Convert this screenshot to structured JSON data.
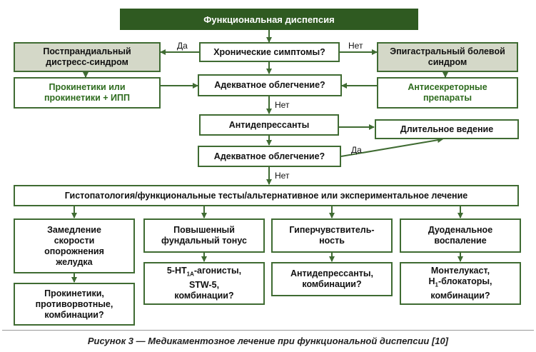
{
  "diagram": {
    "title": "Функциональная диспепсия",
    "chronic_symptoms": "Хронические симптомы?",
    "pds": "Постпрандиальный\nдистресс-синдром",
    "eps": "Эпигастральный болевой\nсиндром",
    "prokinetics": "Прокинетики или\nпрокинетики + ИПП",
    "antisecretory": "Антисекреторные\nпрепараты",
    "adequate_relief_1": "Адекватное облегчение?",
    "antidepressants": "Антидепрессанты",
    "long_term": "Длительное ведение",
    "adequate_relief_2": "Адекватное облегчение?",
    "histopathology": "Гистопатология/функциональные тесты/альтернативное или экспериментальное лечение",
    "col1_top": "Замедление\nскорости\nопорожнения\nжелудка",
    "col1_bottom": "Прокинетики,\nпротиворвотные,\nкомбинации?",
    "col2_top": "Повышенный\nфундальный тонус",
    "col2_bottom_pre": "5-HT",
    "col2_bottom_sub": "1A",
    "col2_bottom_post": "-агонисты,\nSTW-5,\nкомбинации?",
    "col3_top": "Гиперчувствитель-\nность",
    "col3_bottom": "Антидепрессанты,\nкомбинации?",
    "col4_top": "Дуоденальное\nвоспаление",
    "col4_bottom_l1": "Монтелукаст,",
    "col4_bottom_pre": "H",
    "col4_bottom_sub": "1",
    "col4_bottom_post": "-блокаторы,\nкомбинации?"
  },
  "labels": {
    "yes_left": "Да",
    "no_right": "Нет",
    "no_1": "Нет",
    "yes_2": "Да",
    "no_2": "Нет"
  },
  "caption": "Рисунок 3 — Медикаментозное лечение при функциональной диспепсии [10]"
}
